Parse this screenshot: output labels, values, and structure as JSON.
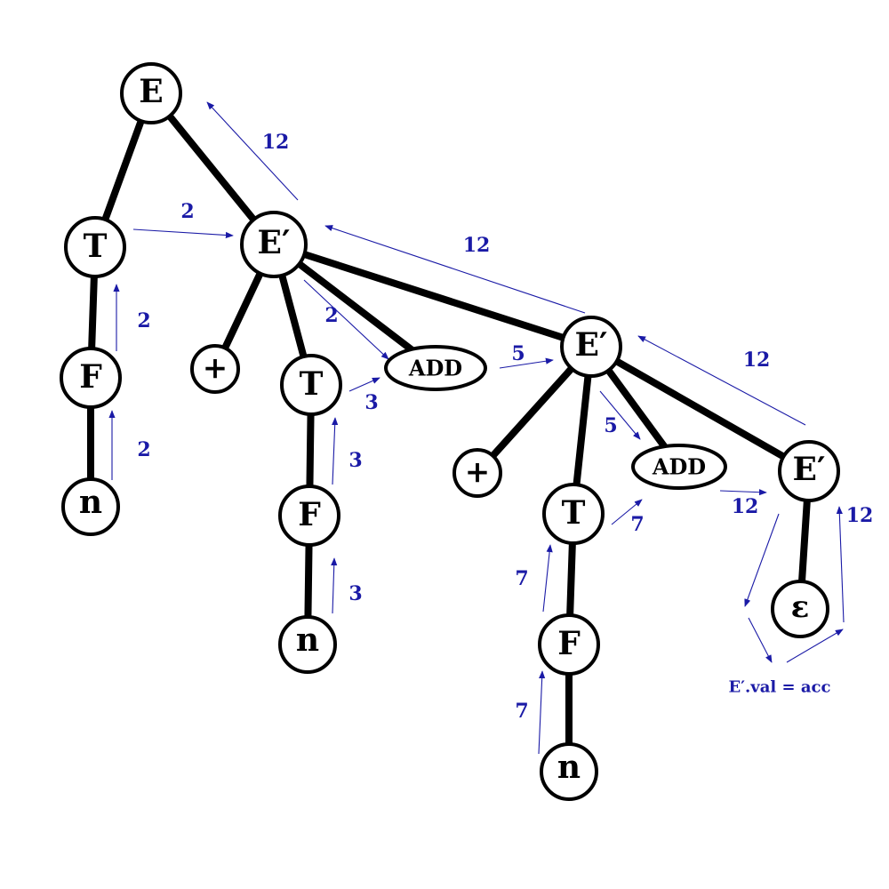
{
  "tree": {
    "nodes": {
      "E": "E",
      "T1": "T",
      "F1": "F",
      "n1": "n",
      "Ep1": "E′",
      "plus1": "+",
      "T2": "T",
      "F2": "F",
      "n2": "n",
      "add1": "ADD",
      "Ep2": "E′",
      "plus2": "+",
      "T3": "T",
      "F3": "F",
      "n3": "n",
      "add2": "ADD",
      "Ep3": "E′",
      "eps": "ε"
    },
    "flow_labels": {
      "n1_F1": "2",
      "F1_T1": "2",
      "T1_Ep1": "2",
      "Ep1_add1": "2",
      "n2_F2": "3",
      "F2_T2": "3",
      "T2_add1": "3",
      "add1_Ep2": "5",
      "Ep2_add2": "5",
      "n3_F3": "7",
      "F3_T3": "7",
      "T3_add2": "7",
      "add2_Ep3": "12",
      "Ep3_note_up": "12",
      "Ep3_Ep2": "12",
      "Ep2_Ep1": "12",
      "Ep1_E": "12"
    },
    "note": "E′.val = acc"
  }
}
